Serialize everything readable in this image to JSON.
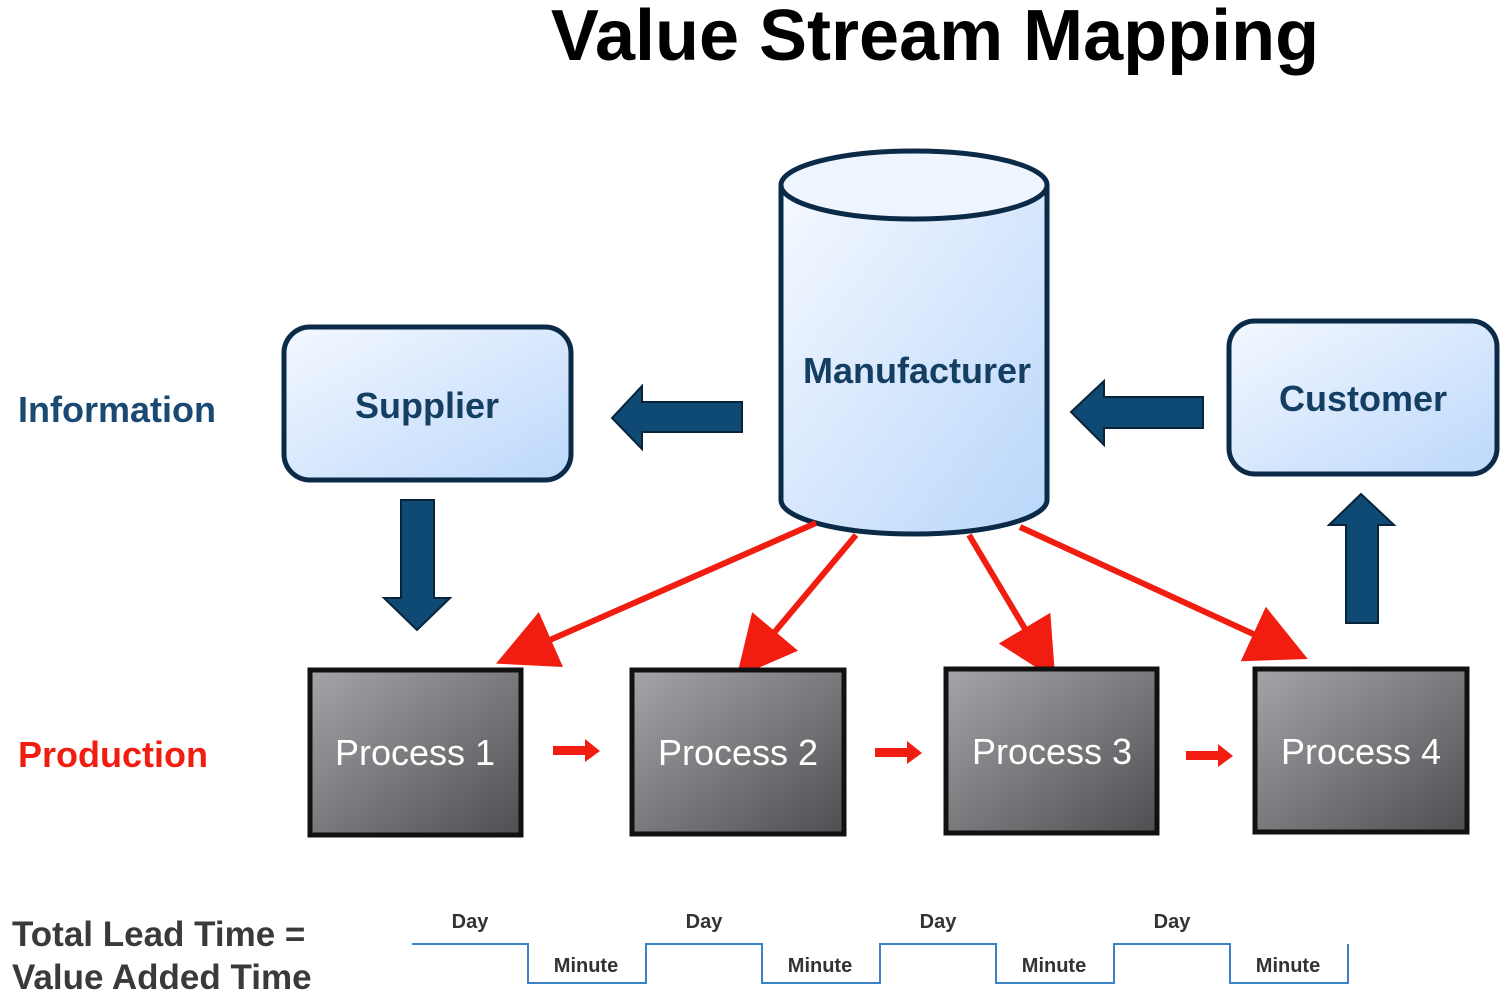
{
  "title": "Value Stream Mapping",
  "labels": {
    "information": "Information",
    "production": "Production",
    "lead_line1": "Total Lead Time =",
    "lead_line2": "Value Added Time"
  },
  "nodes": {
    "supplier": "Supplier",
    "manufacturer": "Manufacturer",
    "customer": "Customer"
  },
  "processes": [
    "Process 1",
    "Process 2",
    "Process 3",
    "Process 4"
  ],
  "timeline": {
    "day_label": "Day",
    "minute_label": "Minute",
    "segments": 4
  },
  "colors": {
    "dark_blue": "#0e4a73",
    "red": "#f01d10",
    "process_fill": "#6e6e72",
    "timeline_line": "#3b82c8"
  }
}
